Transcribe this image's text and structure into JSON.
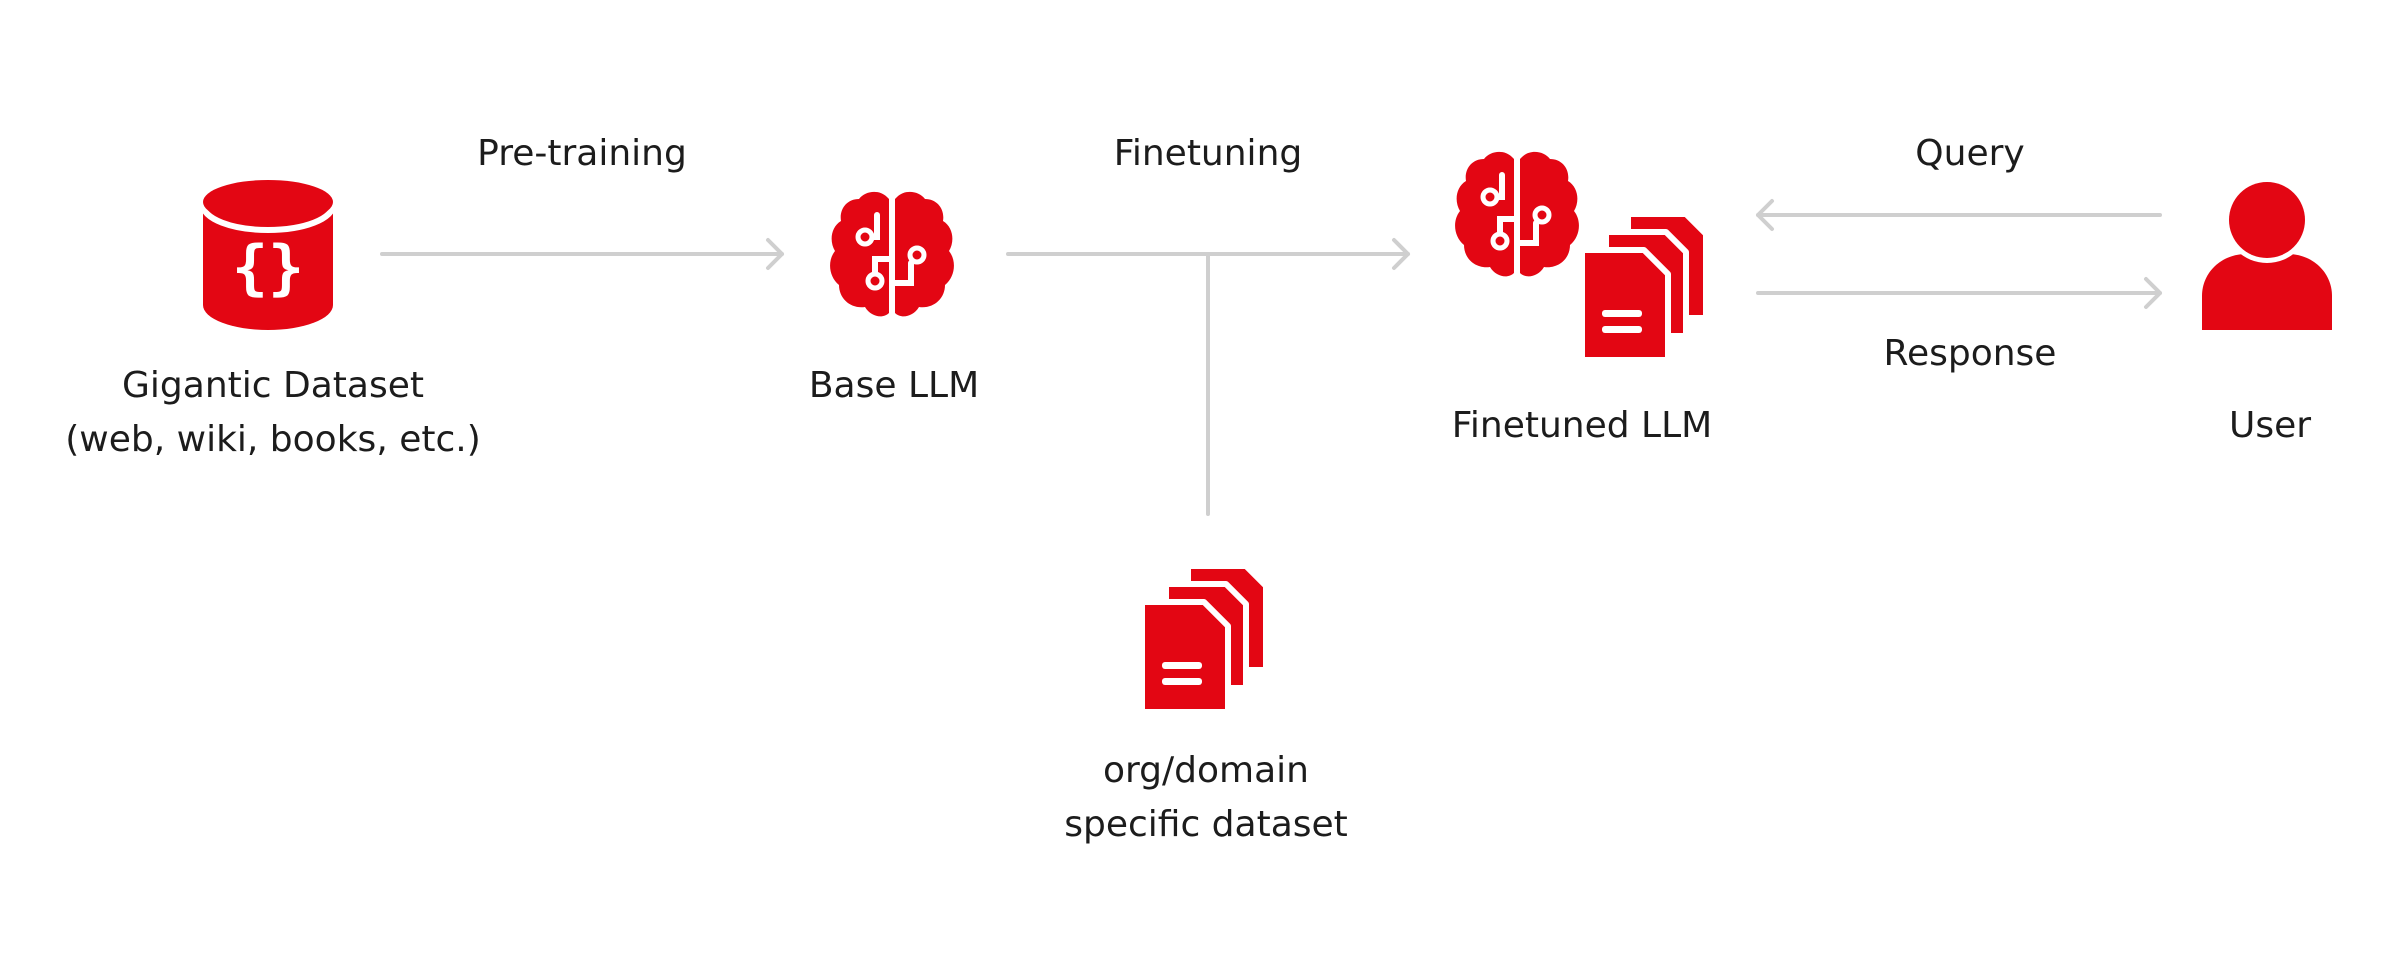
{
  "colors": {
    "accent": "#e30613",
    "connector": "#cfcfcf",
    "text": "#1c1c1c"
  },
  "nodes": {
    "dataset": {
      "icon": "database-icon",
      "line1": "Gigantic Dataset",
      "line2": "(web, wiki, books, etc.)"
    },
    "base_llm": {
      "icon": "brain-circuit-icon",
      "label": "Base LLM"
    },
    "domain_dataset": {
      "icon": "documents-stack-icon",
      "line1": "org/domain",
      "line2": "specific dataset"
    },
    "finetuned_llm": {
      "icons": [
        "brain-circuit-icon",
        "documents-stack-icon"
      ],
      "label": "Finetuned LLM"
    },
    "user": {
      "icon": "user-icon",
      "label": "User"
    }
  },
  "edges": {
    "pretraining": "Pre-training",
    "finetuning": "Finetuning",
    "query": "Query",
    "response": "Response"
  }
}
